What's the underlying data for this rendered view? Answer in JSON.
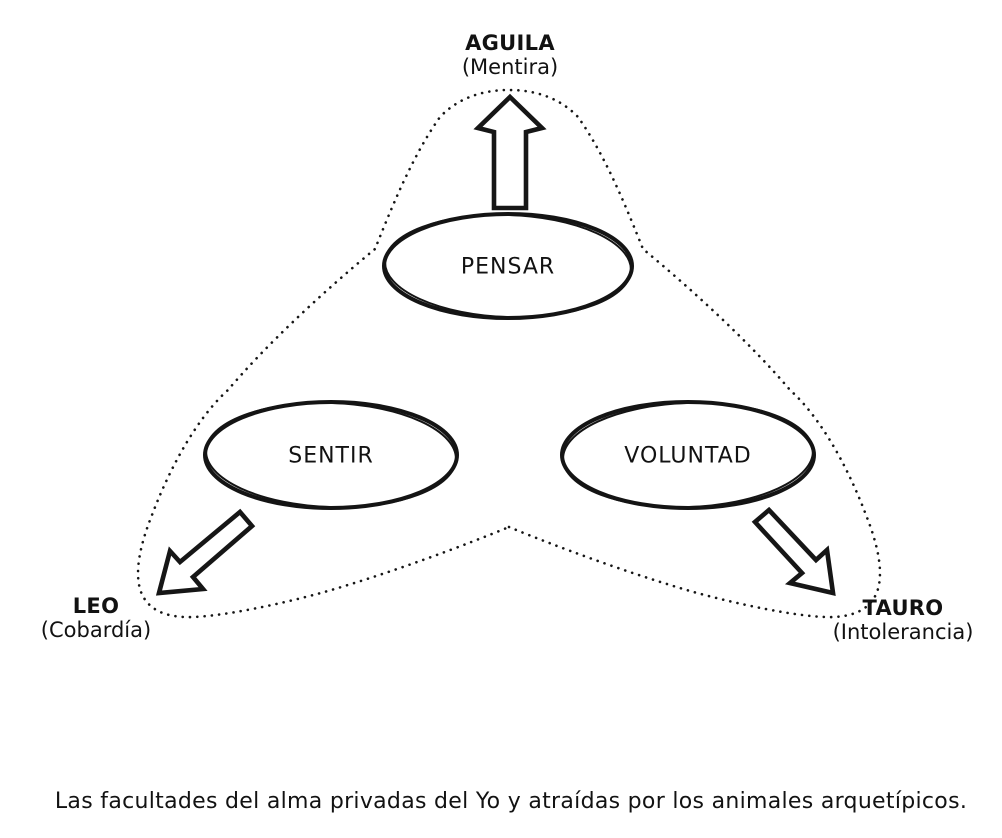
{
  "diagram": {
    "title_caption": "Las facultades del alma privadas del Yo y atraídas por los animales arquetípicos.",
    "nodes": [
      {
        "id": "pensar",
        "label": "PENSAR"
      },
      {
        "id": "sentir",
        "label": "SENTIR"
      },
      {
        "id": "voluntad",
        "label": "VOLUNTAD"
      }
    ],
    "poles": [
      {
        "id": "aguila",
        "name": "AGUILA",
        "trait": "(Mentira)",
        "position": "top"
      },
      {
        "id": "leo",
        "name": "LEO",
        "trait": "(Cobardía)",
        "position": "bottom-left"
      },
      {
        "id": "tauro",
        "name": "TAURO",
        "trait": "(Intolerancia)",
        "position": "bottom-right"
      }
    ],
    "arrows": [
      {
        "id": "arrow-pensar-to-aguila",
        "from": "PENSAR",
        "to": "AGUILA"
      },
      {
        "id": "arrow-sentir-to-leo",
        "from": "SENTIR",
        "to": "LEO"
      },
      {
        "id": "arrow-voluntad-to-tauro",
        "from": "VOLUNTAD",
        "to": "TAURO"
      }
    ],
    "colors": {
      "ink": "#141414",
      "paper": "#ffffff"
    }
  }
}
